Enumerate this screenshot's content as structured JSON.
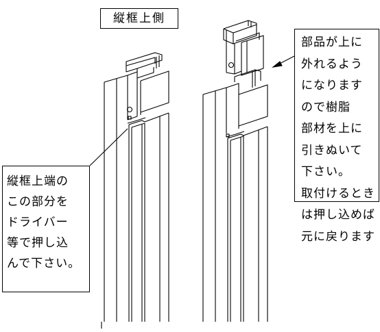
{
  "title_label": "縦框上側",
  "left_note": {
    "lines": [
      "縦框上端の",
      "この部分を",
      "ドライバー",
      "等で押し込",
      "んで下さい。"
    ]
  },
  "right_note": {
    "lines": [
      "部品が上に",
      "外れるよう",
      "になります",
      "ので樹脂",
      "部材を上に",
      "引きぬいて",
      "下さい。",
      "取付けるとき",
      "は押し込めば",
      "元に戻ります"
    ]
  },
  "colors": {
    "line": "#000000",
    "background": "#ffffff"
  }
}
